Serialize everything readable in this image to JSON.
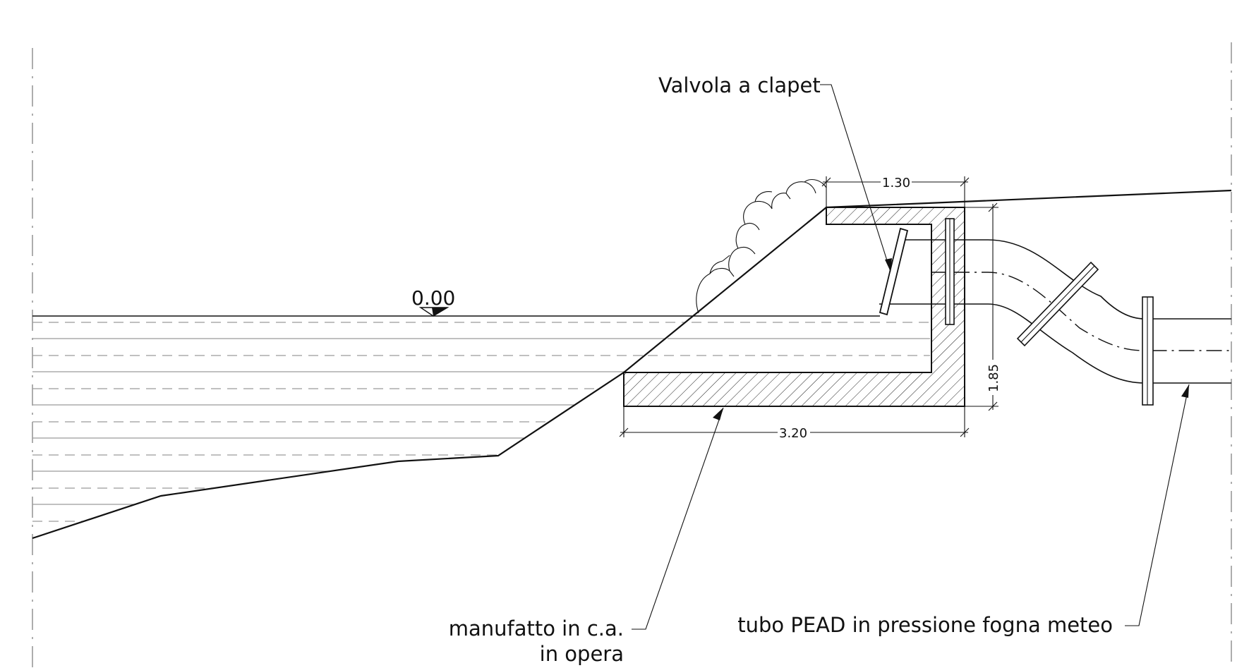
{
  "labels": {
    "valve": "Valvola a clapet",
    "structure_line1": "manufatto in c.a.",
    "structure_line2": "in opera",
    "pipe": "tubo PEAD in pressione fogna meteo",
    "water_level": "0.00"
  },
  "dimensions": {
    "top_width": "1.30",
    "bottom_width": "3.20",
    "height": "1.85"
  }
}
